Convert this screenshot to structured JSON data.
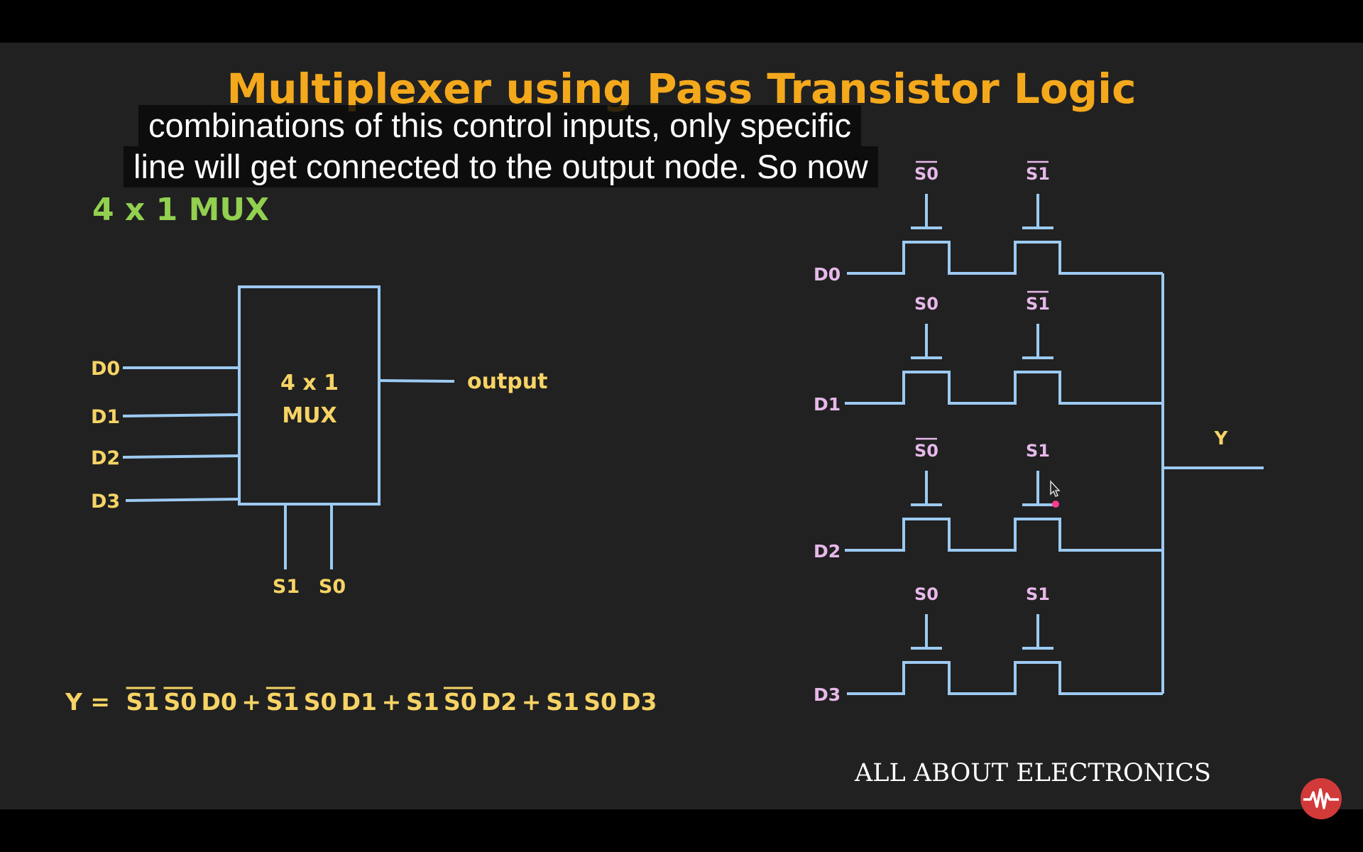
{
  "slide": {
    "title": "Multiplexer using Pass Transistor Logic",
    "subtitle": "4 x 1 MUX",
    "brand": "ALL ABOUT ELECTRONICS"
  },
  "block": {
    "box_line1": "4 x 1",
    "box_line2": "MUX",
    "inputs": [
      "D0",
      "D1",
      "D2",
      "D3"
    ],
    "output": "output",
    "selects": [
      "S1",
      "S0"
    ]
  },
  "equation": {
    "lead": "Y =",
    "terms": [
      {
        "tokens": [
          {
            "t": "S1",
            "bar": true
          },
          {
            "t": "S0",
            "bar": true
          },
          {
            "t": "D0",
            "bar": false
          }
        ]
      },
      {
        "tokens": [
          {
            "t": "S1",
            "bar": true
          },
          {
            "t": "S0",
            "bar": false
          },
          {
            "t": "D1",
            "bar": false
          }
        ]
      },
      {
        "tokens": [
          {
            "t": "S1",
            "bar": false
          },
          {
            "t": "S0",
            "bar": true
          },
          {
            "t": "D2",
            "bar": false
          }
        ]
      },
      {
        "tokens": [
          {
            "t": "S1",
            "bar": false
          },
          {
            "t": "S0",
            "bar": false
          },
          {
            "t": "D3",
            "bar": false
          }
        ]
      }
    ],
    "plus": "+"
  },
  "circuit": {
    "output_label": "Y",
    "rows": [
      {
        "input": "D0",
        "gate1": "S0",
        "gate1_bar": true,
        "gate2": "S1",
        "gate2_bar": true
      },
      {
        "input": "D1",
        "gate1": "S0",
        "gate1_bar": false,
        "gate2": "S1",
        "gate2_bar": true
      },
      {
        "input": "D2",
        "gate1": "S0",
        "gate1_bar": true,
        "gate2": "S1",
        "gate2_bar": false
      },
      {
        "input": "D3",
        "gate1": "S0",
        "gate1_bar": false,
        "gate2": "S1",
        "gate2_bar": false
      }
    ]
  },
  "captions": {
    "line1": "combinations of this control inputs, only specific",
    "line2": "line will get connected to the output node. So now"
  },
  "colors": {
    "title": "#f4a81c",
    "subtitle": "#92d050",
    "labels": "#f6d365",
    "gate_labels": "#e7b8ea",
    "wires": "#9ccaf2",
    "background": "#212121"
  },
  "icons": [
    "channel-logo-icon",
    "cursor-icon"
  ]
}
